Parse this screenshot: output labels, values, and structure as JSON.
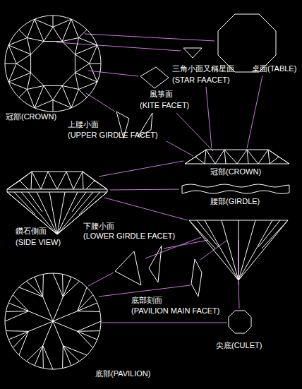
{
  "diagram": {
    "labels": [
      "三角小面又稱星面",
      "(STAR FAACET)",
      "桌面(TABLE)",
      "風箏面",
      "(KITE FACET)",
      "冠部(CROWN)",
      "上腰小面",
      "(UPPER GIRDLE FACET)",
      "冠部(CROWN)",
      "腰部(GIRDLE)",
      "鑽石側面",
      "(SIDE VIEW)",
      "下腰小面",
      "(LOWER GIRDLE FACET)",
      "底部刻面",
      "(PAVILION MAIN FACET)",
      "尖底(CULET)",
      "底部(PAVILION)"
    ]
  }
}
